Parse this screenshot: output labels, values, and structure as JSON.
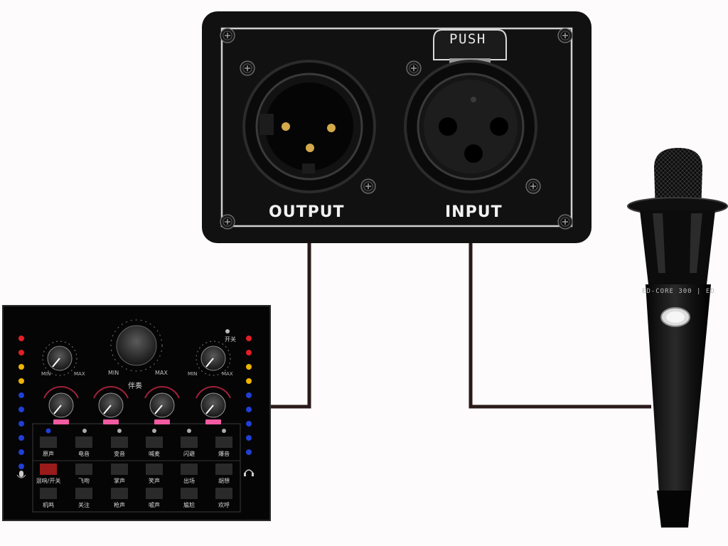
{
  "interface_box": {
    "push_label": "PUSH",
    "output_label": "OUTPUT",
    "input_label": "INPUT"
  },
  "microphone": {
    "brand_text": "ED-CORE 300 | ED"
  },
  "sound_card": {
    "knob_min": "MIN",
    "knob_max": "MAX",
    "center_label": "伴奏",
    "power_label": "开关",
    "pad_row_1": [
      "原声",
      "电音",
      "变音",
      "喊麦",
      "闪避",
      "爆音"
    ],
    "pad_row_2": [
      "混响/开关",
      "飞吻",
      "掌声",
      "笑声",
      "出场",
      "胡想"
    ],
    "pad_row_3": [
      "机鸣",
      "关注",
      "枪声",
      "嘘声",
      "尴尬",
      "欢呼"
    ]
  },
  "colors": {
    "background": "#fdfbfb",
    "box_body": "#111111",
    "panel": "#050505",
    "cable": "#2a1a1a",
    "pink_tag": "#f25aa2",
    "led_red": "#e51e25",
    "led_yellow": "#f0b400",
    "led_blue": "#1f3fd6"
  }
}
